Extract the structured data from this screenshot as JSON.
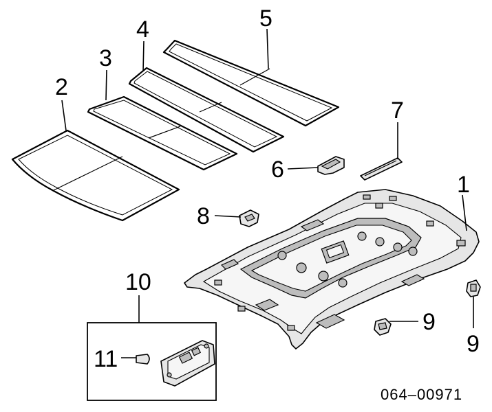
{
  "diagram": {
    "callouts": [
      {
        "id": "1",
        "text": "1"
      },
      {
        "id": "2",
        "text": "2"
      },
      {
        "id": "3",
        "text": "3"
      },
      {
        "id": "4",
        "text": "4"
      },
      {
        "id": "5",
        "text": "5"
      },
      {
        "id": "6",
        "text": "6"
      },
      {
        "id": "7",
        "text": "7"
      },
      {
        "id": "8",
        "text": "8"
      },
      {
        "id": "9a",
        "text": "9"
      },
      {
        "id": "9b",
        "text": "9"
      },
      {
        "id": "10",
        "text": "10"
      },
      {
        "id": "11",
        "text": "11"
      }
    ],
    "reference_code": "064–00971"
  }
}
